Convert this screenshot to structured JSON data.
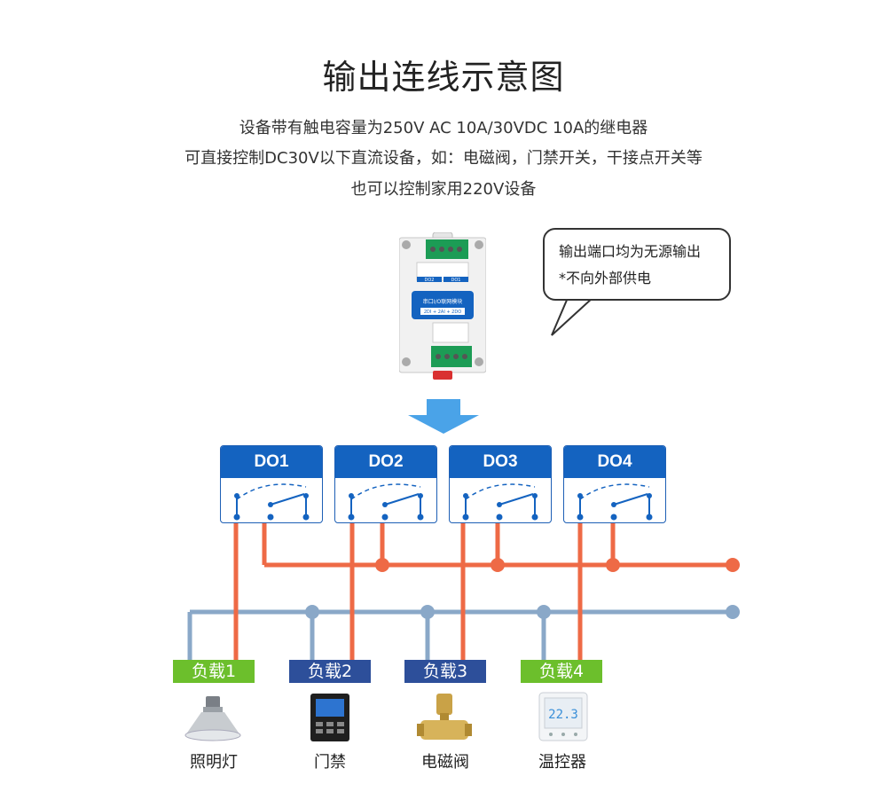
{
  "title": "输出连线示意图",
  "description": [
    "设备带有触电容量为250V AC 10A/30VDC 10A的继电器",
    "可直接控制DC30V以下直流设备，如：电磁阀，门禁开关，干接点开关等",
    "也可以控制家用220V设备"
  ],
  "bubble": {
    "line1": "输出端口均为无源输出",
    "line2": "*不向外部供电"
  },
  "device": {
    "name": "串口I/O联网模块",
    "sub": "2DI + 2AI + 2DO",
    "port_labels": [
      "DO2",
      "DO1"
    ]
  },
  "outputs": [
    "DO1",
    "DO2",
    "DO3",
    "DO4"
  ],
  "loads": [
    {
      "label": "负载1",
      "color": "#6cbf2c",
      "device": "照明灯",
      "icon": "high-bay-lamp-icon"
    },
    {
      "label": "负载2",
      "color": "#2d4f9a",
      "device": "门禁",
      "icon": "access-control-icon"
    },
    {
      "label": "负载3",
      "color": "#2d4f9a",
      "device": "电磁阀",
      "icon": "solenoid-valve-icon"
    },
    {
      "label": "负载4",
      "color": "#6cbf2c",
      "device": "温控器",
      "icon": "thermostat-icon"
    }
  ],
  "colors": {
    "wire_live": "#ee6a46",
    "wire_neutral": "#8aa8c8",
    "do_header": "#1463c0",
    "arrow": "#4aa3e8"
  }
}
